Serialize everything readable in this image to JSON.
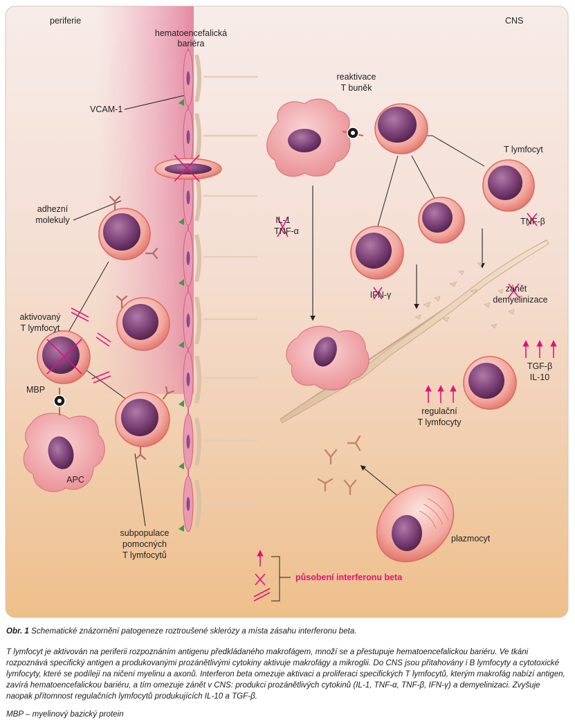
{
  "figure": {
    "labels": {
      "periphery": "periferie",
      "cns": "CNS",
      "bbb_line1": "hematoencefalická",
      "bbb_line2": "bariéra",
      "vcam": "VCAM-1",
      "reactivation_line1": "reaktivace",
      "reactivation_line2": "T buněk",
      "t_lymphocyte": "T lymfocyt",
      "adhesion_line1": "adhezní",
      "adhesion_line2": "molekuly",
      "il1": "IL-1",
      "tnfa": "TNF-α",
      "tnfb": "TNF-β",
      "activated_line1": "aktivovaný",
      "activated_line2": "T lymfocyt",
      "ifng": "IFN-γ",
      "inflammation_line1": "zánět",
      "inflammation_line2": "demyelinizace",
      "mbp": "MBP",
      "tgfb": "TGF-β",
      "il10": "IL-10",
      "regulatory_line1": "regulační",
      "regulatory_line2": "T lymfocyty",
      "apc": "APC",
      "plasmocyte": "plazmocyt",
      "subpop_line1": "subpopulace",
      "subpop_line2": "pomocných",
      "subpop_line3": "T lymfocytů",
      "legend": "působení interferonu beta"
    },
    "colors": {
      "accent_magenta": "#e2127a",
      "cell_rim": "#e07a72",
      "nucleus": "#6e3a6a",
      "background_top": "#f7ece9",
      "background_bottom": "#f0c38f",
      "barrier_pink": "#e4889e"
    }
  },
  "caption": {
    "number": "Obr. 1",
    "title": "Schematické znázornění patogeneze roztroušené sklerózy a místa zásahu interferonu beta.",
    "body": "T lymfocyt je aktivován na periferii rozpoznáním antigenu předkládaného makrofágem, množí se a přestupuje hematoencefalickou bariéru. Ve tkáni rozpoznává specifický antigen a produkovanými prozánětlivými cytokiny aktivuje makrofágy a mikroglii. Do CNS jsou přitahovány i B lymfocyty a cytotoxické lymfocyty, které se podílejí na ničení myelinu a axonů. Interferon beta omezuje aktivaci a proliferaci specifických T lymfocytů, kterým makrofág nabízí antigen, zavírá hematoencefalickou bariéru, a tím omezuje zánět v CNS: produkci prozánětlivých cytokinů (IL-1, TNF-α, TNF-β, IFN-γ) a demyelinizaci. Zvyšuje naopak přítomnost regulačních lymfocytů produkujících IL-10 a TGF-β.",
    "abbreviation": "MBP – myelinový bazický protein"
  }
}
